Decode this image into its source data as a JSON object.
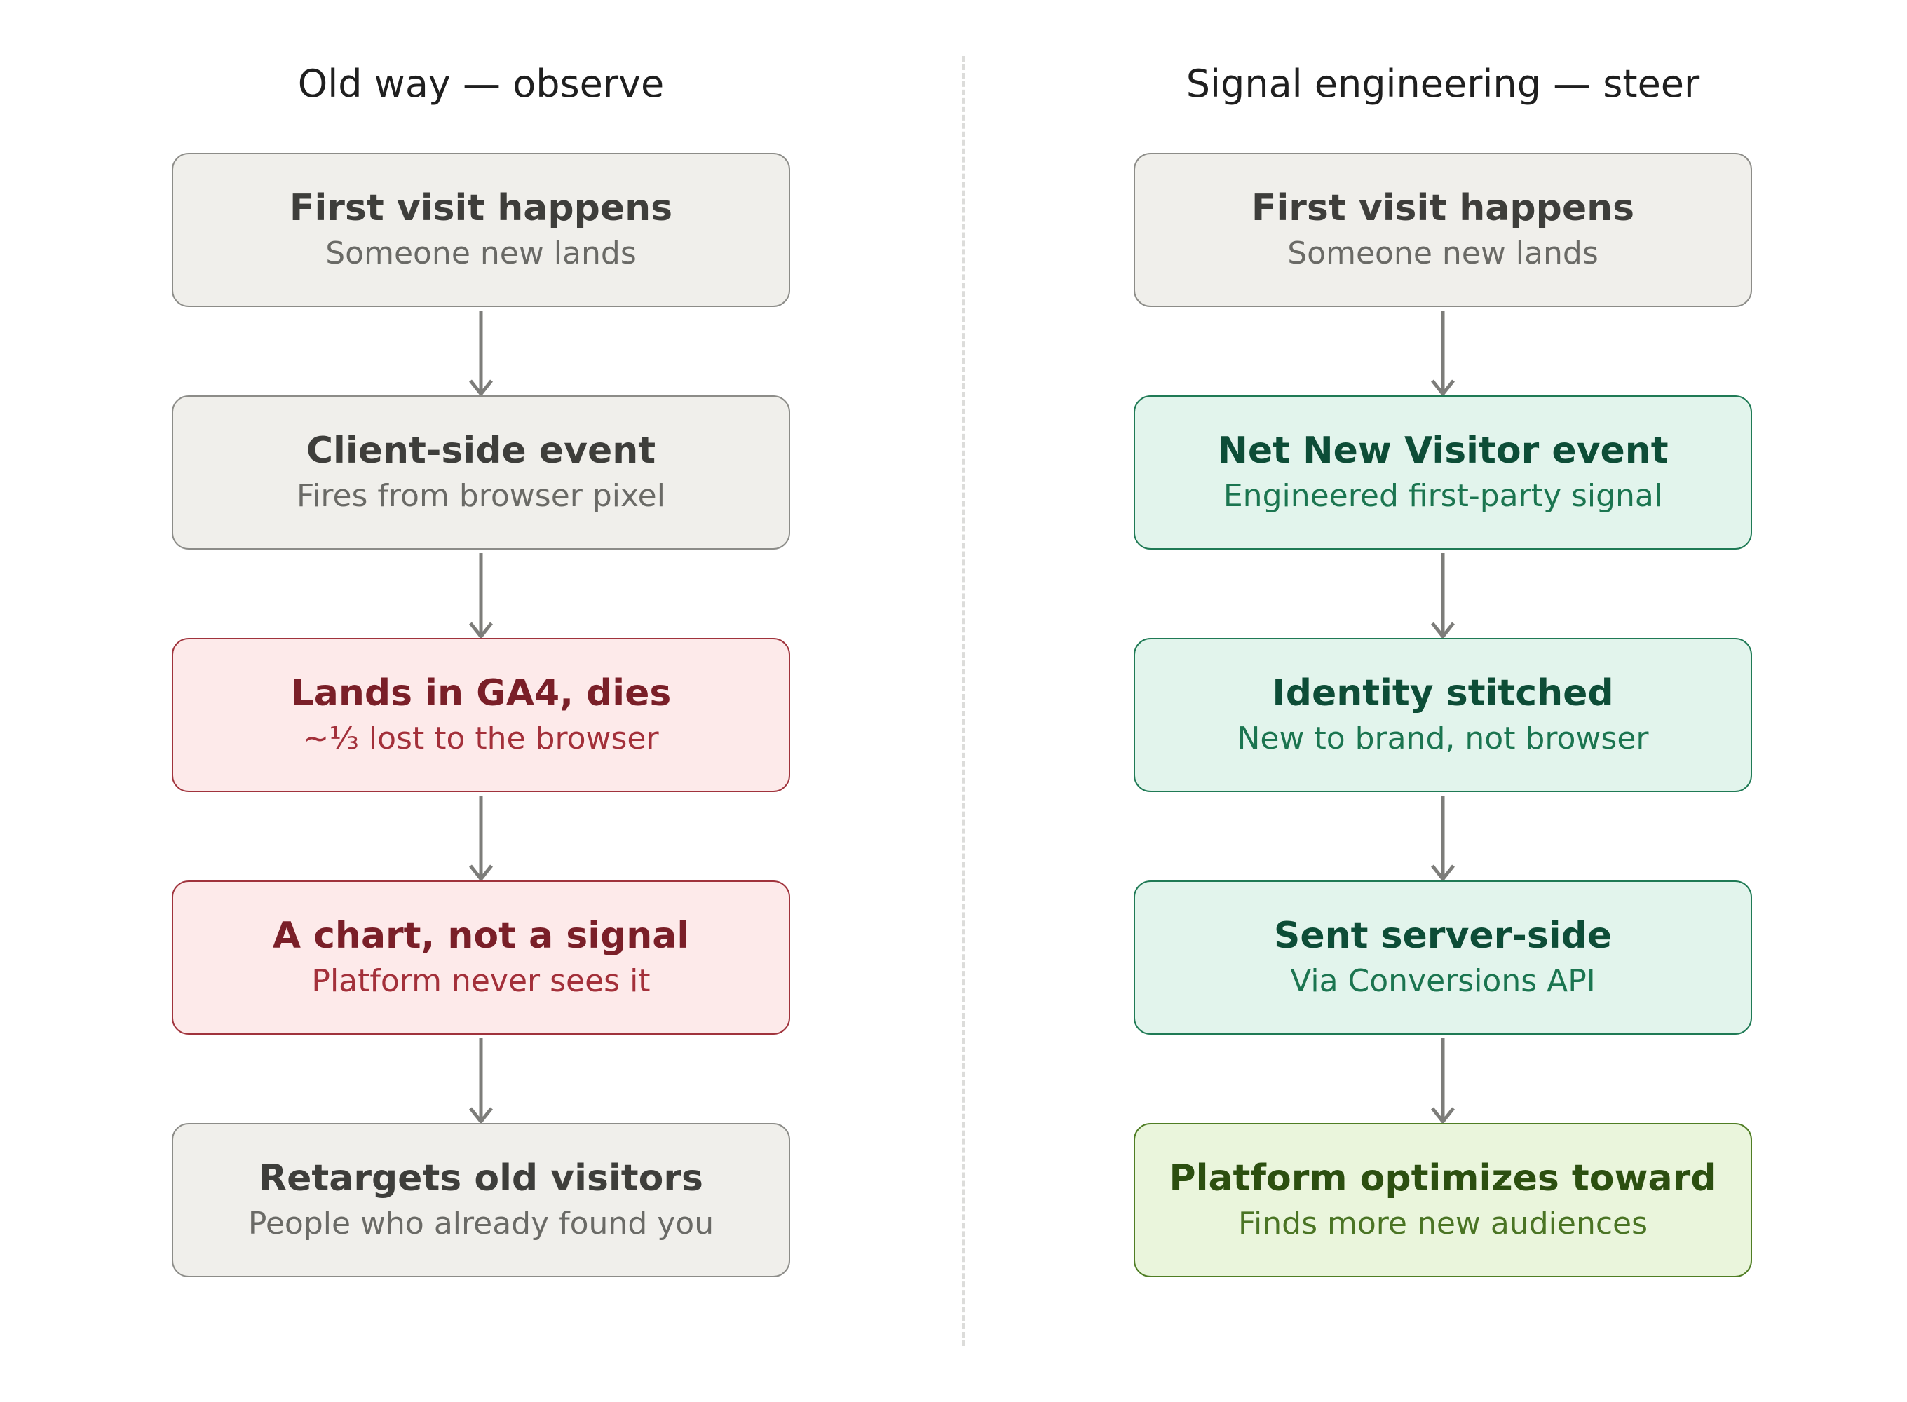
{
  "left": {
    "title": "Old way — observe",
    "steps": [
      {
        "title": "First visit happens",
        "subtitle": "Someone new lands",
        "style": "neutral"
      },
      {
        "title": "Client-side event",
        "subtitle": "Fires from browser pixel",
        "style": "neutral"
      },
      {
        "title": "Lands in GA4, dies",
        "subtitle": "~⅓ lost to the browser",
        "style": "red"
      },
      {
        "title": "A chart, not a signal",
        "subtitle": "Platform never sees it",
        "style": "red"
      },
      {
        "title": "Retargets old visitors",
        "subtitle": "People who already found you",
        "style": "neutral"
      }
    ]
  },
  "right": {
    "title": "Signal engineering — steer",
    "steps": [
      {
        "title": "First visit happens",
        "subtitle": "Someone new lands",
        "style": "neutral"
      },
      {
        "title": "Net New Visitor event",
        "subtitle": "Engineered first-party signal",
        "style": "teal"
      },
      {
        "title": "Identity stitched",
        "subtitle": "New to brand, not browser",
        "style": "teal"
      },
      {
        "title": "Sent server-side",
        "subtitle": "Via Conversions API",
        "style": "teal"
      },
      {
        "title": "Platform optimizes toward",
        "subtitle": "Finds more new audiences",
        "style": "green"
      }
    ]
  },
  "colors": {
    "neutral_fill": "#f0efeb",
    "neutral_border": "#8c8c88",
    "red_fill": "#fdeaea",
    "red_border": "#a0333c",
    "teal_fill": "#e2f4ec",
    "teal_border": "#1f7a55",
    "green_fill": "#eaf5dc",
    "green_border": "#4f7d24",
    "arrow": "#7d7d7a"
  }
}
